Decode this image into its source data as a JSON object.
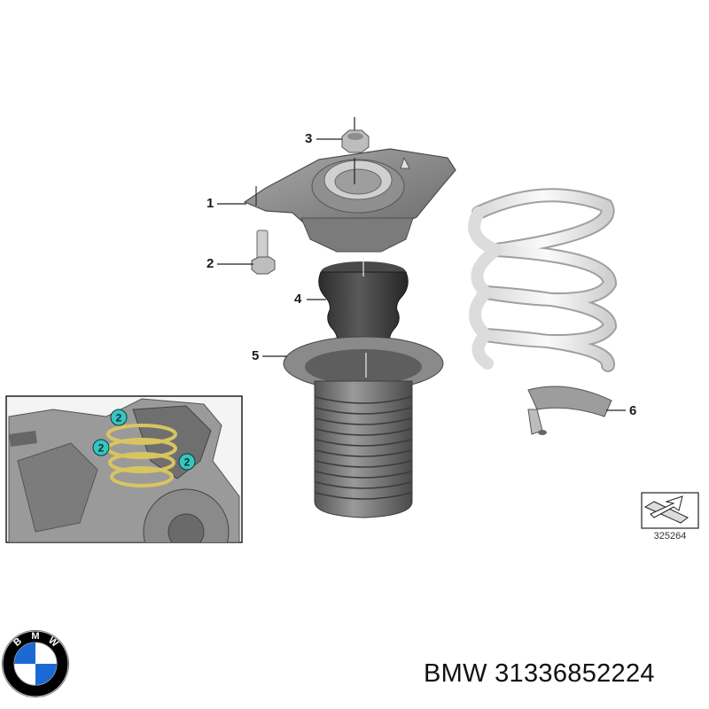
{
  "callouts": {
    "c1": "1",
    "c2": "2",
    "c3": "3",
    "c4": "4",
    "c5": "5",
    "c6": "6"
  },
  "inset": {
    "badges": [
      "2",
      "2",
      "2"
    ]
  },
  "reference_code": "325264",
  "brand": {
    "logo_letters": [
      "B",
      "M",
      "W"
    ],
    "colors": {
      "blue": "#1c69d4",
      "ring": "#000000",
      "white": "#ffffff"
    }
  },
  "footer": {
    "part_label": "BMW 31336852224"
  },
  "colors": {
    "badge_teal": "#35c6c0",
    "part_gray": "#8c8c8c",
    "rubber_dark": "#3a3a3a",
    "spring_white": "#ececec"
  }
}
